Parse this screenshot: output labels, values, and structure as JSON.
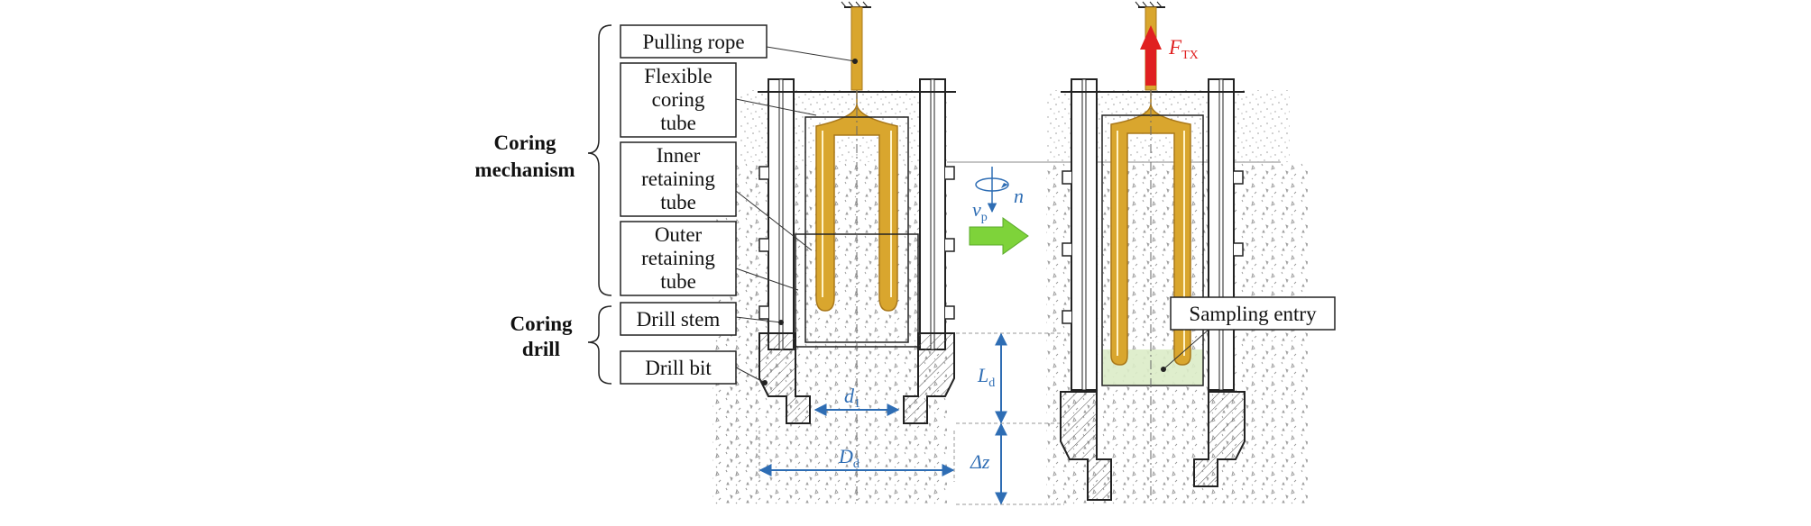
{
  "labels": {
    "pulling_rope": "Pulling rope",
    "flexible_coring_tube": [
      "Flexible",
      "coring",
      "tube"
    ],
    "inner_retaining_tube": [
      "Inner",
      "retaining",
      "tube"
    ],
    "outer_retaining_tube": [
      "Outer",
      "retaining",
      "tube"
    ],
    "drill_stem": "Drill stem",
    "drill_bit": "Drill bit",
    "sampling_entry": "Sampling entry"
  },
  "groups": {
    "coring_mechanism": [
      "Coring",
      "mechanism"
    ],
    "coring_drill": [
      "Coring",
      "drill"
    ]
  },
  "symbols": {
    "rotation": "n",
    "velocity": "v",
    "velocity_sub": "p",
    "inner_diameter": "d",
    "inner_diameter_sub": "1",
    "outer_diameter": "D",
    "outer_diameter_sub": "d",
    "length": "L",
    "length_sub": "d",
    "depth": "Δz",
    "force": "F",
    "force_sub": "TX"
  },
  "colors": {
    "tube_gold": "#d9a62e",
    "tube_gold_dark": "#a9781a",
    "dimension_blue": "#2e6db4",
    "arrow_green": "#7ed33a",
    "force_red": "#e02020",
    "sampling_region": "#dcecc8"
  }
}
